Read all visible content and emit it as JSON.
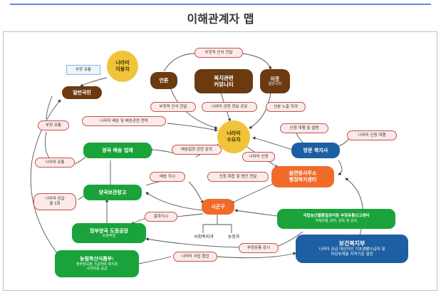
{
  "title": "이해관계자 맵",
  "colors": {
    "brown": "#6b3a10",
    "green": "#1aa33b",
    "blue": "#1c5fa3",
    "orange": "#f06a2a",
    "yellow": "#f0c43a",
    "pill_border": "#c7524a",
    "pill_fill": "#fbeae9"
  },
  "nodes": {
    "user_line1": "나라미",
    "user_line2": "이용자",
    "general": "일반국민",
    "media": "언론",
    "welfare_comm_line1": "복지관련",
    "welfare_comm_line2": "커뮤니티",
    "neighbor_title": "이웃",
    "neighbor_sub": "일반국민",
    "recipient_line1": "나라미",
    "recipient_line2": "수요자",
    "visit_welfare": "방문 복지사",
    "town_office_line1": "읍면동사무소",
    "town_office_line2": "행정복지센터",
    "delivery": "양곡 배송 업체",
    "warehouse": "양곡보관창고",
    "mill_title": "정부양곡 도정공장",
    "mill_sub": "도정작업",
    "city": "시군구",
    "social_welfare": "사회복지과",
    "agriculture": "농정과",
    "naqs_title": "국립농산물품질관리원 부정유통신고센터",
    "naqs_sub": "부정유통 관리, 감독 및 단속",
    "mohw_title": "보건복지부",
    "mohw_sub1": "나라미 공급 대상자인 기초생활수급자 및",
    "mohw_sub2": "차상위계층 자격기준 설정",
    "mafra_title": "농림축산식품부:",
    "mafra_sub1": "정부양곡을 가공하여 복지용",
    "mafra_sub2": "나라미를 공급"
  },
  "labels": {
    "fraud_distribution_top": "부정 유통",
    "fraud_distribution_left": "부정 유통",
    "negative_perception_top": "부정적 인식 전달",
    "negative_perception": "부정적 인식 전달",
    "info_share": "나라미 관련 정보 공유",
    "report_concern": "신분 노출 우려",
    "delivery_contact": "나라미 배송 및 배송관련 연락",
    "apply_explain": "신청 대행 및 설명",
    "apply_promo": "나라미 신청 대행",
    "delivery_schedule": "배송일정 관련 문의",
    "apply": "나라미 신청",
    "distribution": "나라미 유통",
    "supply": "나라미 공급",
    "supply_monthly": "월 1회",
    "delivery_order": "배송 지시",
    "apply_accept": "신청 취합 및 명단 전달",
    "release_order": "출하지시",
    "fraud_monitor": "부정유통 감시",
    "project_coop": "나라미 사업 협업"
  }
}
